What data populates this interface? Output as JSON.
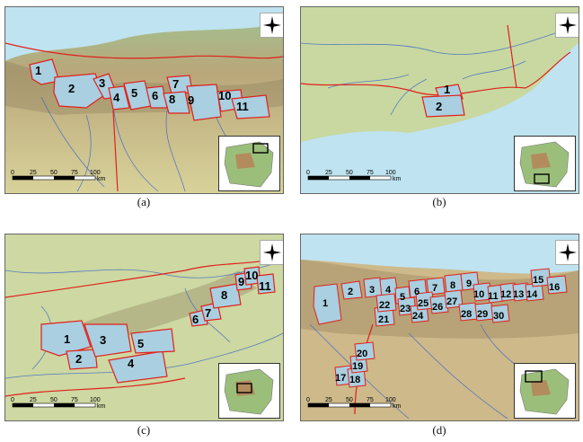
{
  "panels": [
    {
      "caption": "(a)",
      "zones": [
        "1",
        "2",
        "3",
        "4",
        "5",
        "6",
        "7",
        "8",
        "9",
        "10",
        "11"
      ],
      "scale_ticks": [
        "0",
        "25",
        "50",
        "75",
        "100"
      ],
      "scale_unit": "km"
    },
    {
      "caption": "(b)",
      "zones": [
        "1",
        "2"
      ],
      "scale_ticks": [
        "0",
        "25",
        "50",
        "75",
        "100"
      ],
      "scale_unit": "km"
    },
    {
      "caption": "(c)",
      "zones": [
        "1",
        "2",
        "3",
        "4",
        "5",
        "6",
        "7",
        "8",
        "9",
        "10",
        "11"
      ],
      "scale_ticks": [
        "0",
        "25",
        "50",
        "75",
        "100"
      ],
      "scale_unit": "km"
    },
    {
      "caption": "(d)",
      "zones": [
        "1",
        "2",
        "3",
        "4",
        "5",
        "6",
        "7",
        "8",
        "9",
        "10",
        "11",
        "12",
        "13",
        "14",
        "15",
        "16",
        "17",
        "18",
        "19",
        "20",
        "21",
        "22",
        "23",
        "24",
        "25",
        "26",
        "27",
        "28",
        "29",
        "30"
      ],
      "scale_ticks": [
        "0",
        "25",
        "50",
        "75",
        "100"
      ],
      "scale_unit": "km"
    }
  ],
  "colors": {
    "boundary": "#e0201c",
    "zone_fill": "#a9cfe0",
    "sea": "#bfe3f0",
    "land": "#c9d9a6",
    "river": "#3a64c8"
  },
  "icons": {
    "compass": "compass-rose-icon"
  }
}
